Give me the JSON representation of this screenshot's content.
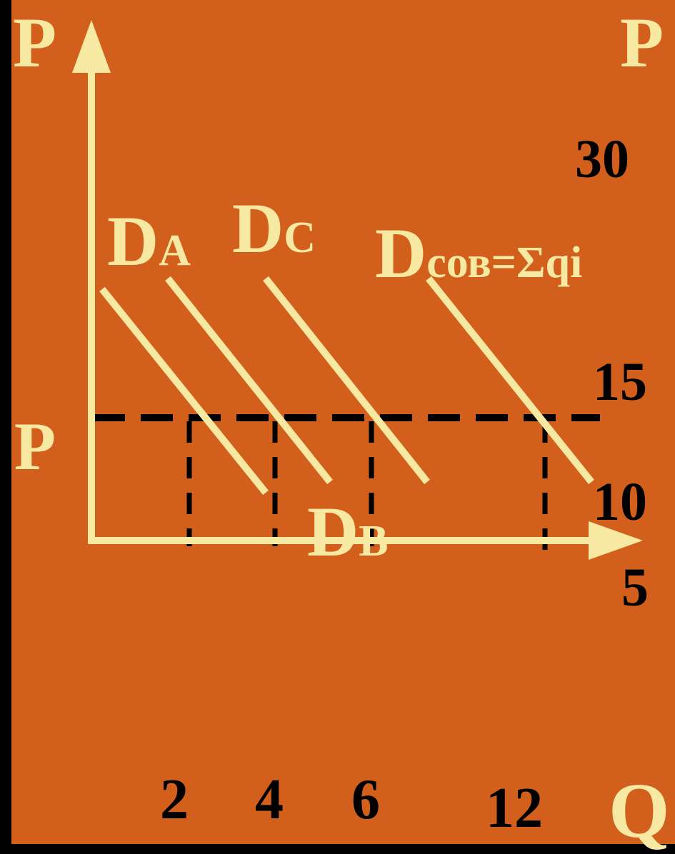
{
  "colors": {
    "background": "#d2601c",
    "frame": "#000000",
    "axis_and_curves": "#f7e8a2",
    "guides_and_numbers": "#000000"
  },
  "axes": {
    "y_left_label": "P",
    "y_right_label": "P",
    "x_label": "Q",
    "price_line_label": "P"
  },
  "price_ticks": [
    "30",
    "15",
    "10",
    "5"
  ],
  "quantity_ticks": [
    "2",
    "4",
    "6",
    "12"
  ],
  "curves": {
    "da": {
      "main": "D",
      "sub": "A"
    },
    "dc": {
      "main": "D",
      "sub": "C"
    },
    "db": {
      "main": "D",
      "sub": "B"
    },
    "dsum": {
      "main": "D",
      "sub": "сов=Σqi"
    }
  },
  "chart_data": {
    "type": "line",
    "x_ticks": [
      2,
      4,
      6,
      12
    ],
    "y_ticks": [
      30,
      15,
      10,
      5
    ],
    "xlabel": "Q",
    "ylabel": "P",
    "series": [
      {
        "name": "DA",
        "intersects_price_at_q": 2
      },
      {
        "name": "DB",
        "intersects_price_at_q": 4
      },
      {
        "name": "DC",
        "intersects_price_at_q": 6
      },
      {
        "name": "Dсов=Σqi",
        "intersects_price_at_q": 12
      }
    ],
    "price_line": "P"
  }
}
